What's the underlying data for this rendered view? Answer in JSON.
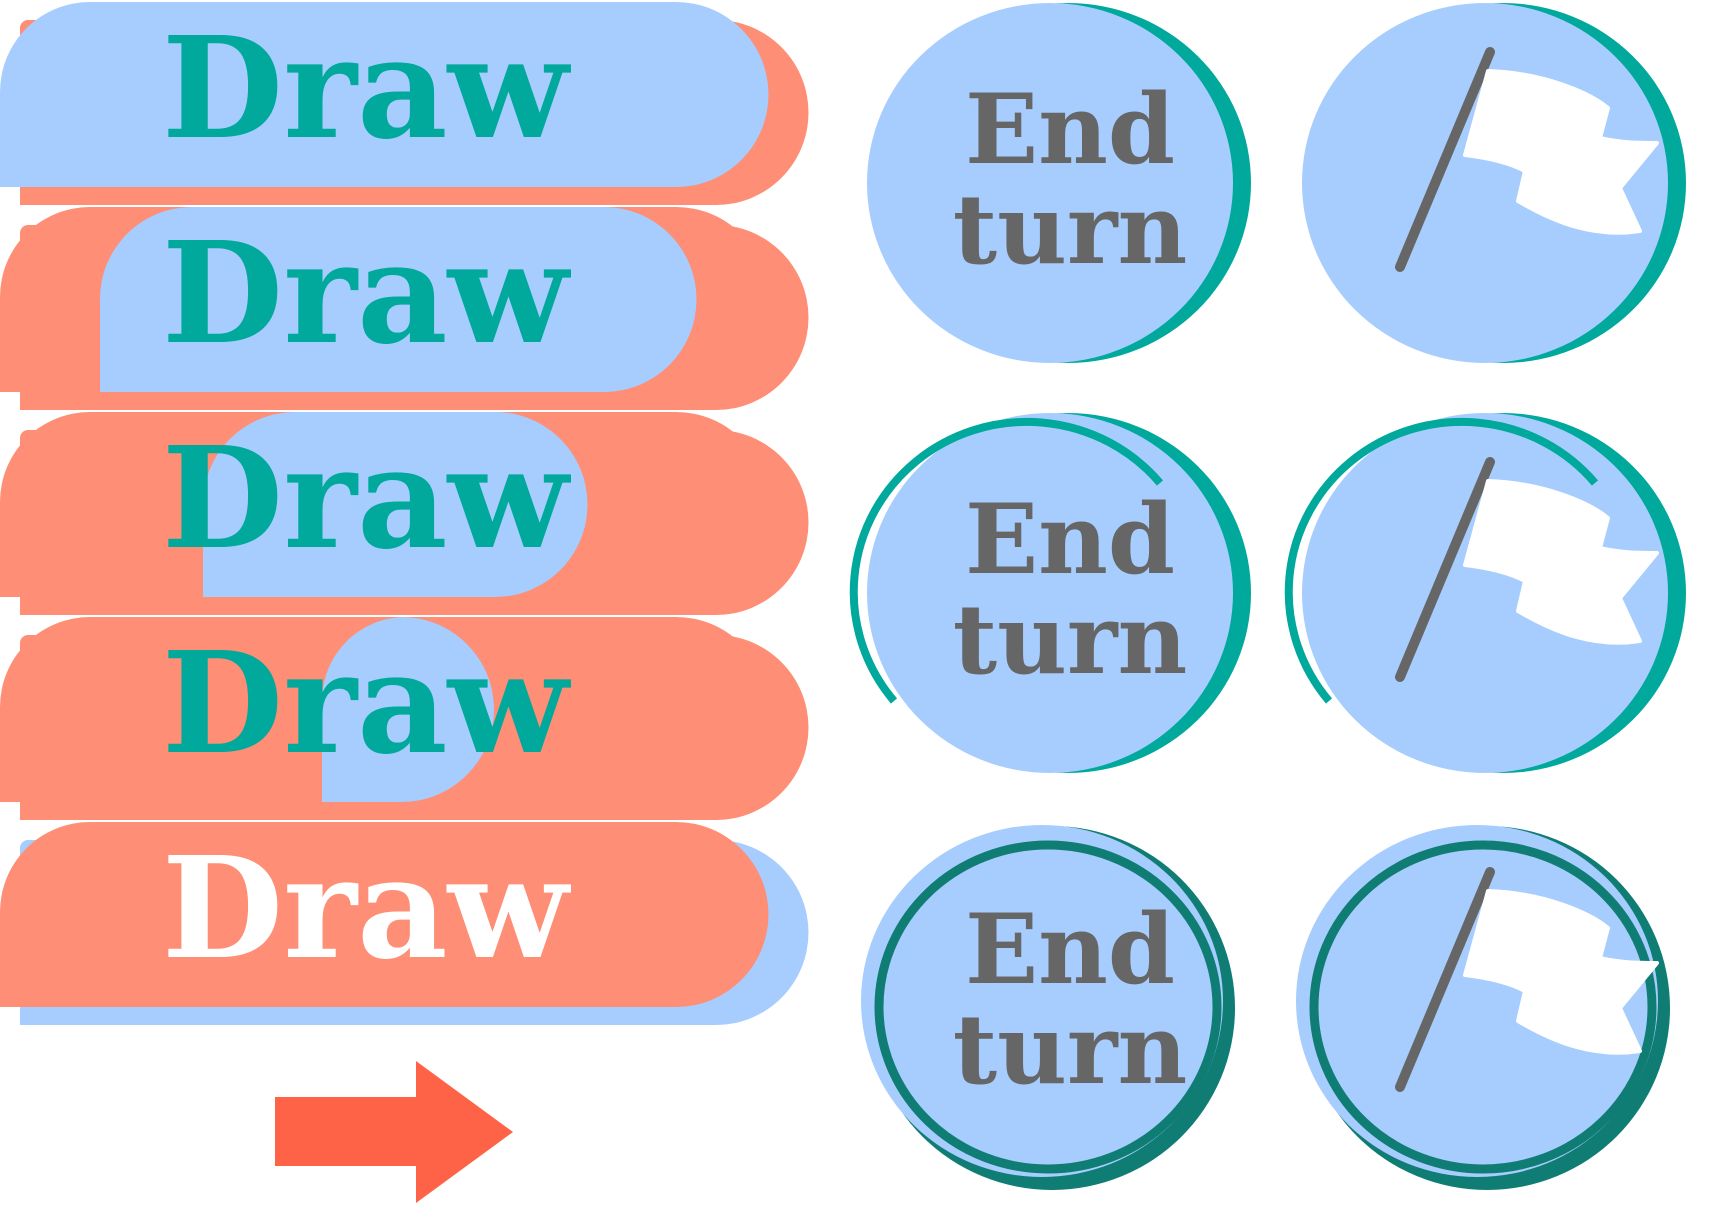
{
  "draw_buttons": [
    {
      "label": "Draw",
      "state": "normal",
      "fill_fraction": 1.0
    },
    {
      "label": "Draw",
      "state": "filling",
      "fill_fraction": 0.75
    },
    {
      "label": "Draw",
      "state": "filling",
      "fill_fraction": 0.5
    },
    {
      "label": "Draw",
      "state": "filling",
      "fill_fraction": 0.25
    },
    {
      "label": "Draw",
      "state": "pressed",
      "fill_fraction": 0.0
    }
  ],
  "end_turn_buttons": [
    {
      "line1": "End",
      "line2": "turn",
      "state": "normal"
    },
    {
      "line1": "End",
      "line2": "turn",
      "state": "hover"
    },
    {
      "line1": "End",
      "line2": "turn",
      "state": "pressed"
    }
  ],
  "flag_buttons": [
    {
      "icon": "white-flag-icon",
      "state": "normal"
    },
    {
      "icon": "white-flag-icon",
      "state": "hover"
    },
    {
      "icon": "white-flag-icon",
      "state": "pressed"
    }
  ],
  "arrow": {
    "icon": "right-arrow-icon",
    "color": "#ff6347"
  },
  "colors": {
    "light_blue": "#a7cdfe",
    "salmon": "#fe8e75",
    "teal": "#00a99c",
    "dark_teal": "#107d74",
    "gray_text": "#666666",
    "white": "#ffffff",
    "arrow_red": "#ff6347"
  }
}
